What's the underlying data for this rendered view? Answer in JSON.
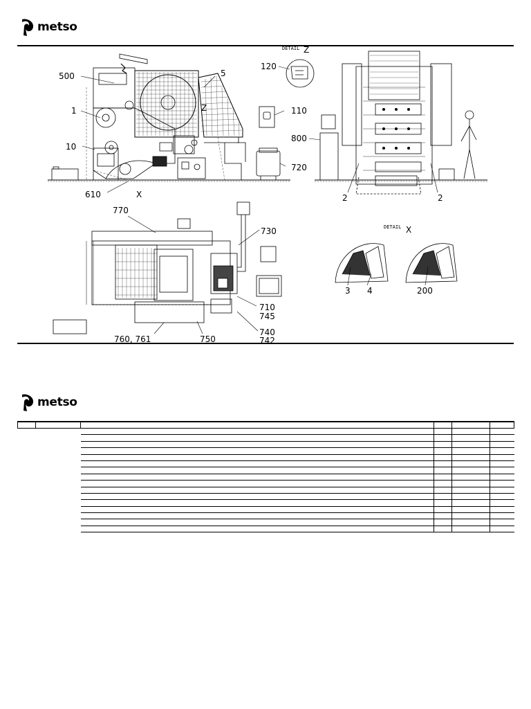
{
  "brand": {
    "name": "metso"
  },
  "drawing": {
    "callouts_side": [
      "500",
      "1",
      "10",
      "610",
      "X",
      "5",
      "Z"
    ],
    "callout_120": "120",
    "callout_110": "110",
    "callout_720": "720",
    "callout_800": "800",
    "callout_2a": "2",
    "callout_2b": "2",
    "detail_z_word": "DETAIL",
    "detail_z_letter": "Z",
    "detail_x_word": "DETAIL",
    "detail_x_letter": "X",
    "detail_x_callouts": [
      "3",
      "4",
      "200"
    ],
    "plan_callouts": {
      "c770": "770",
      "c730": "730",
      "c710": "710",
      "c745": "745",
      "c740": "740",
      "c742": "742",
      "c760": "760, 761",
      "c750": "750"
    }
  },
  "parts_table": {
    "columns": [
      "",
      "",
      "",
      "",
      "",
      ""
    ],
    "rows": [
      [
        "",
        "",
        "",
        "",
        "",
        ""
      ],
      [
        "",
        "",
        "",
        "",
        "",
        ""
      ],
      [
        "",
        "",
        "",
        "",
        "",
        ""
      ],
      [
        "",
        "",
        "",
        "",
        "",
        ""
      ],
      [
        "",
        "",
        "",
        "",
        "",
        ""
      ],
      [
        "",
        "",
        "",
        "",
        "",
        ""
      ],
      [
        "",
        "",
        "",
        "",
        "",
        ""
      ],
      [
        "",
        "",
        "",
        "",
        "",
        ""
      ],
      [
        "",
        "",
        "",
        "",
        "",
        ""
      ],
      [
        "",
        "",
        "",
        "",
        "",
        ""
      ],
      [
        "",
        "",
        "",
        "",
        "",
        ""
      ],
      [
        "",
        "",
        "",
        "",
        "",
        ""
      ],
      [
        "",
        "",
        "",
        "",
        "",
        ""
      ],
      [
        "",
        "",
        "",
        "",
        "",
        ""
      ],
      [
        "",
        "",
        "",
        "",
        "",
        ""
      ],
      [
        "",
        "",
        "",
        "",
        "",
        ""
      ]
    ]
  }
}
